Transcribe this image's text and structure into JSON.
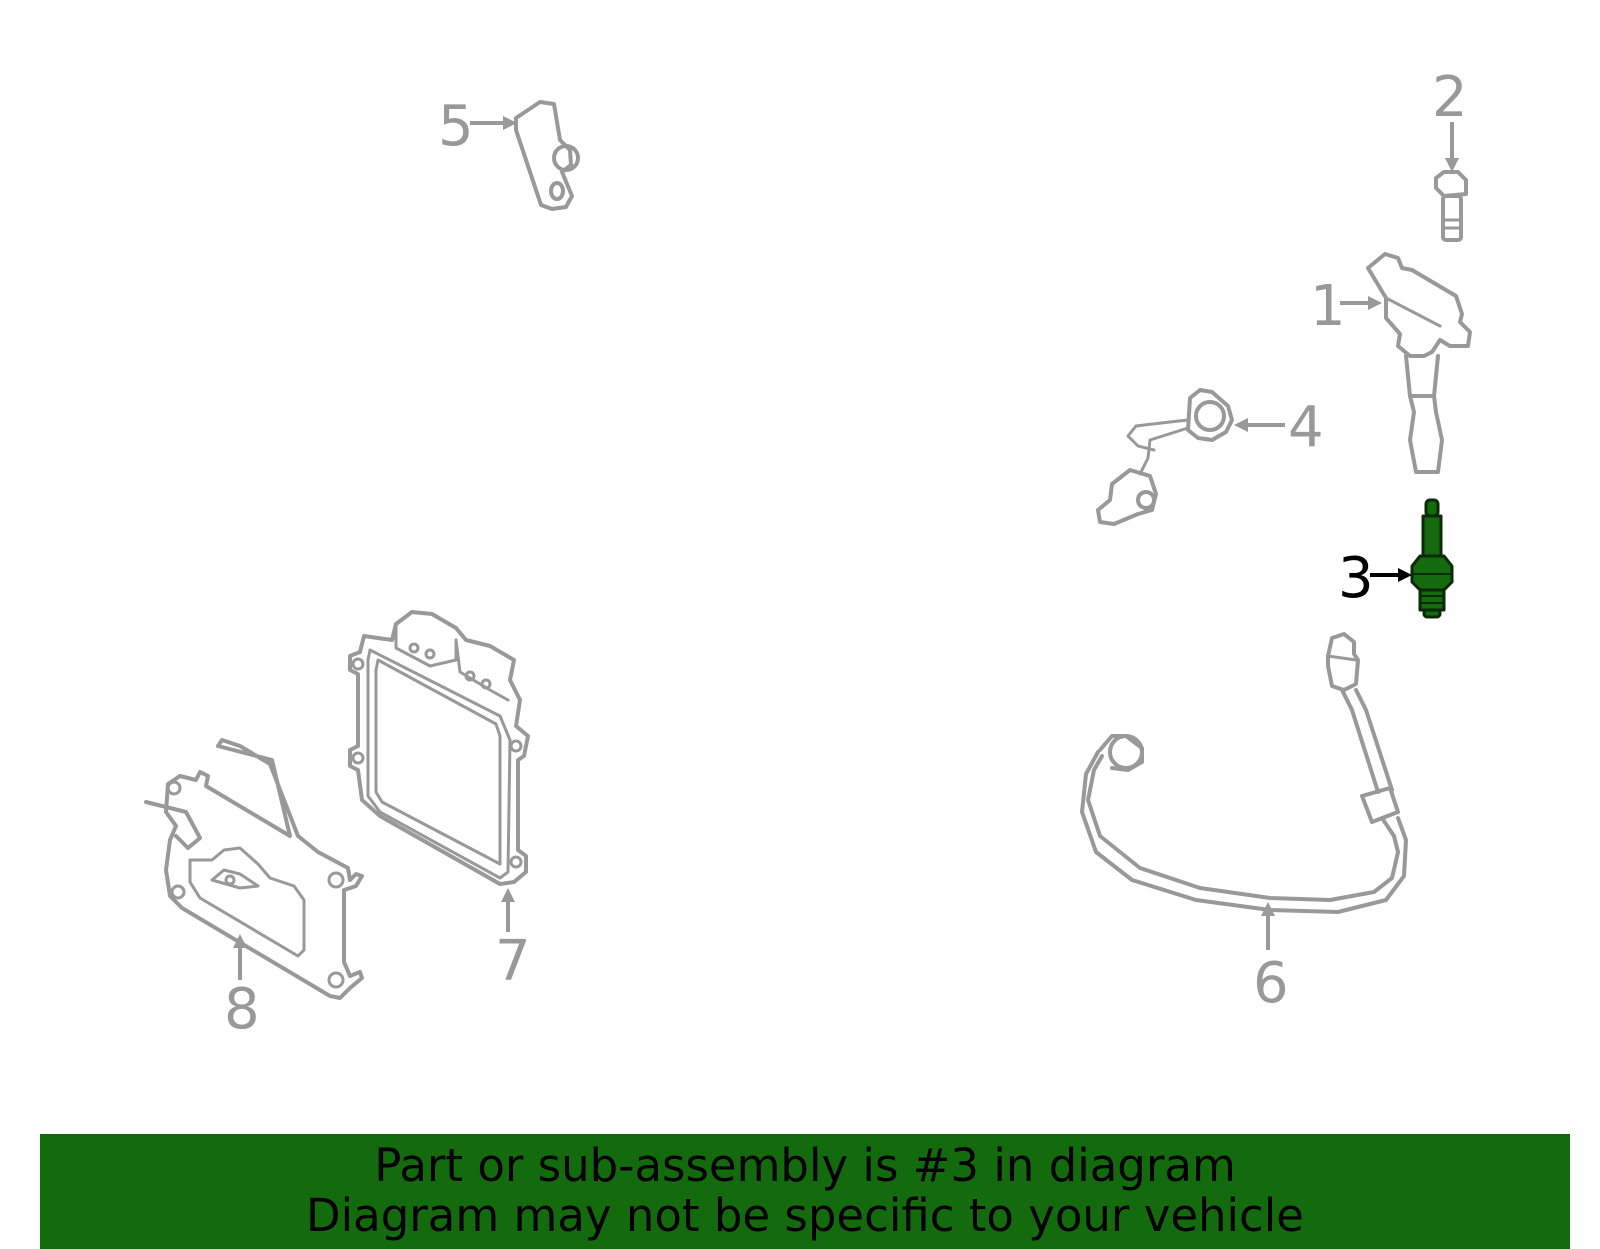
{
  "callouts": [
    {
      "id": "1",
      "label": "1"
    },
    {
      "id": "2",
      "label": "2"
    },
    {
      "id": "3",
      "label": "3"
    },
    {
      "id": "4",
      "label": "4"
    },
    {
      "id": "5",
      "label": "5"
    },
    {
      "id": "6",
      "label": "6"
    },
    {
      "id": "7",
      "label": "7"
    },
    {
      "id": "8",
      "label": "8"
    }
  ],
  "highlighted_part": "3",
  "banner": {
    "line1": "Part or sub-assembly is #3 in diagram",
    "line2": "Diagram may not be specific to your vehicle"
  },
  "colors": {
    "banner": "#136b0e",
    "outline": "#999999",
    "highlight": "#136b0e"
  }
}
